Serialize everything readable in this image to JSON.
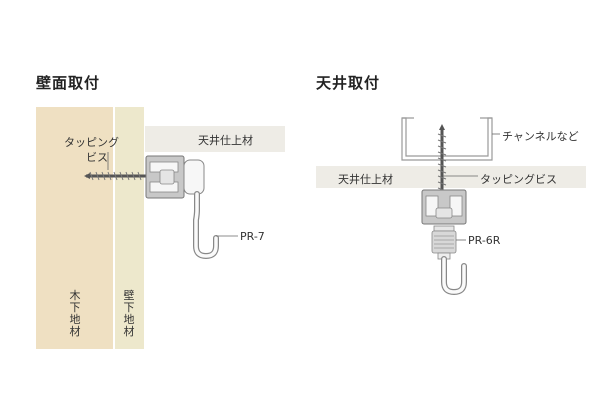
{
  "left": {
    "title": "壁面取付",
    "screw_label_1": "タッピング",
    "screw_label_2": "ビス",
    "ceiling_label": "天井仕上材",
    "product_label": "PR-7",
    "wood_base_label": "木下地材",
    "wall_base_label": "壁下地材"
  },
  "right": {
    "title": "天井取付",
    "channel_label": "チャンネルなど",
    "ceiling_label": "天井仕上材",
    "screw_label": "タッピングビス",
    "product_label": "PR-6R"
  },
  "colors": {
    "wood": "#efe0c2",
    "wall": "#ede8cc",
    "ceiling": "#eeece6",
    "rail": "#c8c8c8",
    "line": "#8a8a8a"
  }
}
